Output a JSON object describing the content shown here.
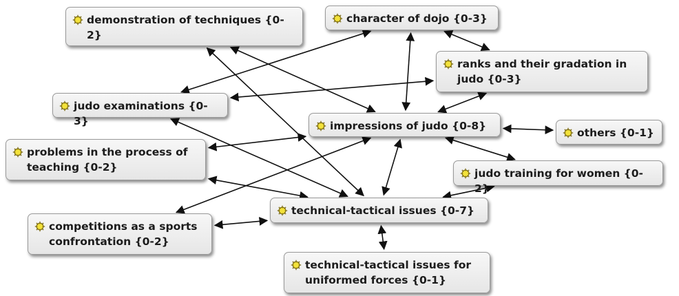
{
  "nodes": {
    "demo": "demonstration of techniques {0-2}",
    "dojo": "character of dojo {0-3}",
    "ranks": "ranks and their gradation in judo {0-3}",
    "exams": "judo examinations {0-3}",
    "impressions": "impressions of judo {0-8}",
    "others": "others {0-1}",
    "teaching": "problems in the process of teaching {0-2}",
    "women": "judo training for women {0-2}",
    "competitions": "competitions as a sports confrontation {0-2}",
    "technical": "technical-tactical issues {0-7}",
    "uniformed": "technical-tactical issues for uniformed forces {0-1}"
  },
  "icon": "code-node-icon",
  "colors": {
    "node_fill": "#eeeeee",
    "node_border": "#9a9a9a",
    "icon": "#f3e23a",
    "edge": "#111111"
  },
  "edges": [
    [
      "exams",
      "dojo"
    ],
    [
      "demo",
      "impressions"
    ],
    [
      "demo",
      "technical"
    ],
    [
      "dojo",
      "impressions"
    ],
    [
      "dojo",
      "ranks"
    ],
    [
      "exams",
      "ranks"
    ],
    [
      "ranks",
      "impressions"
    ],
    [
      "exams",
      "technical"
    ],
    [
      "teaching",
      "impressions"
    ],
    [
      "impressions",
      "others"
    ],
    [
      "impressions",
      "women"
    ],
    [
      "competitions",
      "impressions"
    ],
    [
      "impressions",
      "technical"
    ],
    [
      "teaching",
      "technical"
    ],
    [
      "competitions",
      "technical"
    ],
    [
      "women",
      "technical"
    ],
    [
      "technical",
      "uniformed"
    ]
  ]
}
